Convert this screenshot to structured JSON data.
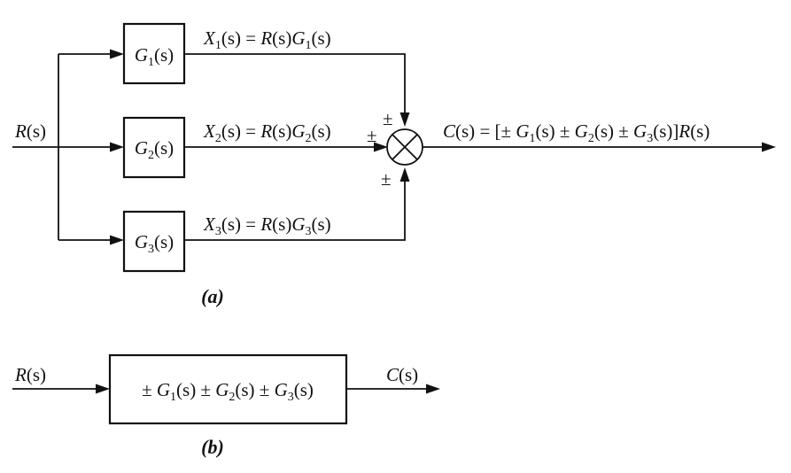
{
  "part_a": {
    "input": {
      "name": "R",
      "arg": "(s)"
    },
    "blocks": [
      {
        "g": "G",
        "sub": "1",
        "arg": "(s)"
      },
      {
        "g": "G",
        "sub": "2",
        "arg": "(s)"
      },
      {
        "g": "G",
        "sub": "3",
        "arg": "(s)"
      }
    ],
    "signals": [
      {
        "x": "X",
        "sub": "1",
        "lhs_arg": "(s)",
        "eq": " = ",
        "r": "R",
        "r_arg": "(s)",
        "g": "G",
        "g_sub": "1",
        "g_arg": "(s)"
      },
      {
        "x": "X",
        "sub": "2",
        "lhs_arg": "(s)",
        "eq": " = ",
        "r": "R",
        "r_arg": "(s)",
        "g": "G",
        "g_sub": "2",
        "g_arg": "(s)"
      },
      {
        "x": "X",
        "sub": "3",
        "lhs_arg": "(s)",
        "eq": " = ",
        "r": "R",
        "r_arg": "(s)",
        "g": "G",
        "g_sub": "3",
        "g_arg": "(s)"
      }
    ],
    "summing_signs": {
      "top": "±",
      "left": "±",
      "bottom": "±"
    },
    "output": {
      "c": "C",
      "c_arg": "(s)",
      "eq": " = [± ",
      "g1": "G",
      "g1_sub": "1",
      "g1_arg": "(s) ± ",
      "g2": "G",
      "g2_sub": "2",
      "g2_arg": "(s) ± ",
      "g3": "G",
      "g3_sub": "3",
      "g3_arg": "(s)]",
      "r": "R",
      "r_arg": "(s)"
    },
    "caption": "(a)"
  },
  "part_b": {
    "input": {
      "name": "R",
      "arg": "(s)"
    },
    "block": {
      "p1": "± ",
      "g1": "G",
      "g1_sub": "1",
      "g1_arg": "(s) ± ",
      "g2": "G",
      "g2_sub": "2",
      "g2_arg": "(s) ± ",
      "g3": "G",
      "g3_sub": "3",
      "g3_arg": "(s)"
    },
    "output": {
      "name": "C",
      "arg": "(s)"
    },
    "caption": "(b)"
  }
}
